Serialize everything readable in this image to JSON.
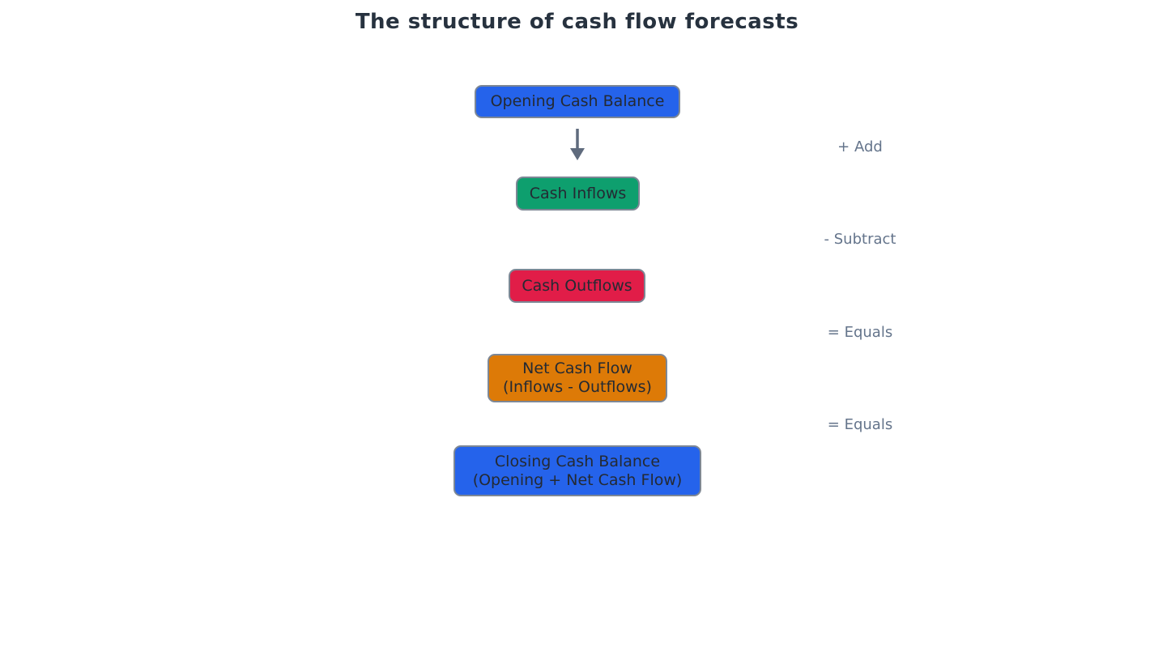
{
  "title": "The structure of cash flow forecasts",
  "diagram": {
    "nodes": [
      {
        "id": "opening",
        "label": "Opening Cash Balance",
        "sublabel": "",
        "color": "#2563eb"
      },
      {
        "id": "inflows",
        "label": "Cash Inflows",
        "sublabel": "",
        "color": "#0e9f6e"
      },
      {
        "id": "outflows",
        "label": "Cash Outflows",
        "sublabel": "",
        "color": "#e11d48"
      },
      {
        "id": "net",
        "label": "Net Cash Flow",
        "sublabel": "(Inflows - Outflows)",
        "color": "#dd7a07"
      },
      {
        "id": "closing",
        "label": "Closing Cash Balance",
        "sublabel": "(Opening + Net Cash Flow)",
        "color": "#2563eb"
      }
    ],
    "operators": [
      {
        "label": "+ Add"
      },
      {
        "label": "- Subtract"
      },
      {
        "label": "= Equals"
      },
      {
        "label": "= Equals"
      }
    ],
    "arrow_color": "#5f6b7d",
    "border_color": "#7d8795",
    "text_color": "#242a33",
    "operator_text_color": "#64748b",
    "title_color": "#27323f"
  }
}
